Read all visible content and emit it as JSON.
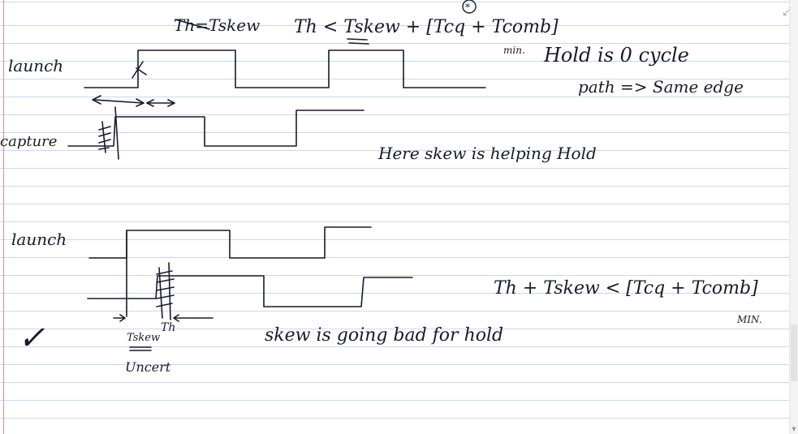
{
  "note": {
    "top_formula_left": "Th=Tskew",
    "top_formula": "Th < Tskew + [Tcq + Tcomb]",
    "top_formula_marker": "*",
    "top_min_label": "min.",
    "hold_note_line1": "Hold is 0 cycle",
    "hold_note_line2": "path => Same edge",
    "wave1_launch_label": "launch",
    "wave1_capture_label": "capture",
    "skew_helping_note": "Here skew is helping Hold",
    "wave2_launch_label": "launch",
    "bottom_formula": "Th + Tskew < [Tcq + Tcomb]",
    "bottom_min_label": "MIN.",
    "tskew_label": "Tskew",
    "th_label": "Th",
    "uncert_label": "Uncert",
    "skew_bad_note": "skew is going bad for hold",
    "check_mark": "✓"
  },
  "ui": {
    "expand_icon": "⤢",
    "ink_color": "#1a1a2a",
    "rule_color": "#c9d9ee",
    "margin_color": "#e58a8a"
  }
}
